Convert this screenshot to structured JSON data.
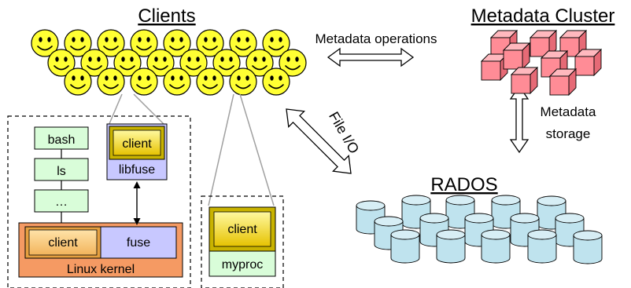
{
  "titles": {
    "clients": "Clients",
    "metadata_cluster": "Metadata Cluster",
    "rados": "RADOS"
  },
  "labels": {
    "metadata_operations": "Metadata operations",
    "file_io": "File I/O",
    "metadata_storage_line1": "Metadata",
    "metadata_storage_line2": "storage"
  },
  "local_client": {
    "stack": [
      "bash",
      "ls",
      "…"
    ],
    "fuse_client": "client",
    "libfuse": "libfuse",
    "kernel_client": "client",
    "fuse": "fuse",
    "kernel": "Linux kernel"
  },
  "direct_client": {
    "client": "client",
    "process": "myproc"
  },
  "colors": {
    "smiley_fill": "#ffff33",
    "cube_fill": "#ff8c96",
    "disk_fill": "#bfe3ee",
    "process_fill": "#d9fdd9",
    "client_fill": "#ffee00",
    "lib_fill": "#c8c8ff",
    "kernel_fill": "#f59a63"
  }
}
